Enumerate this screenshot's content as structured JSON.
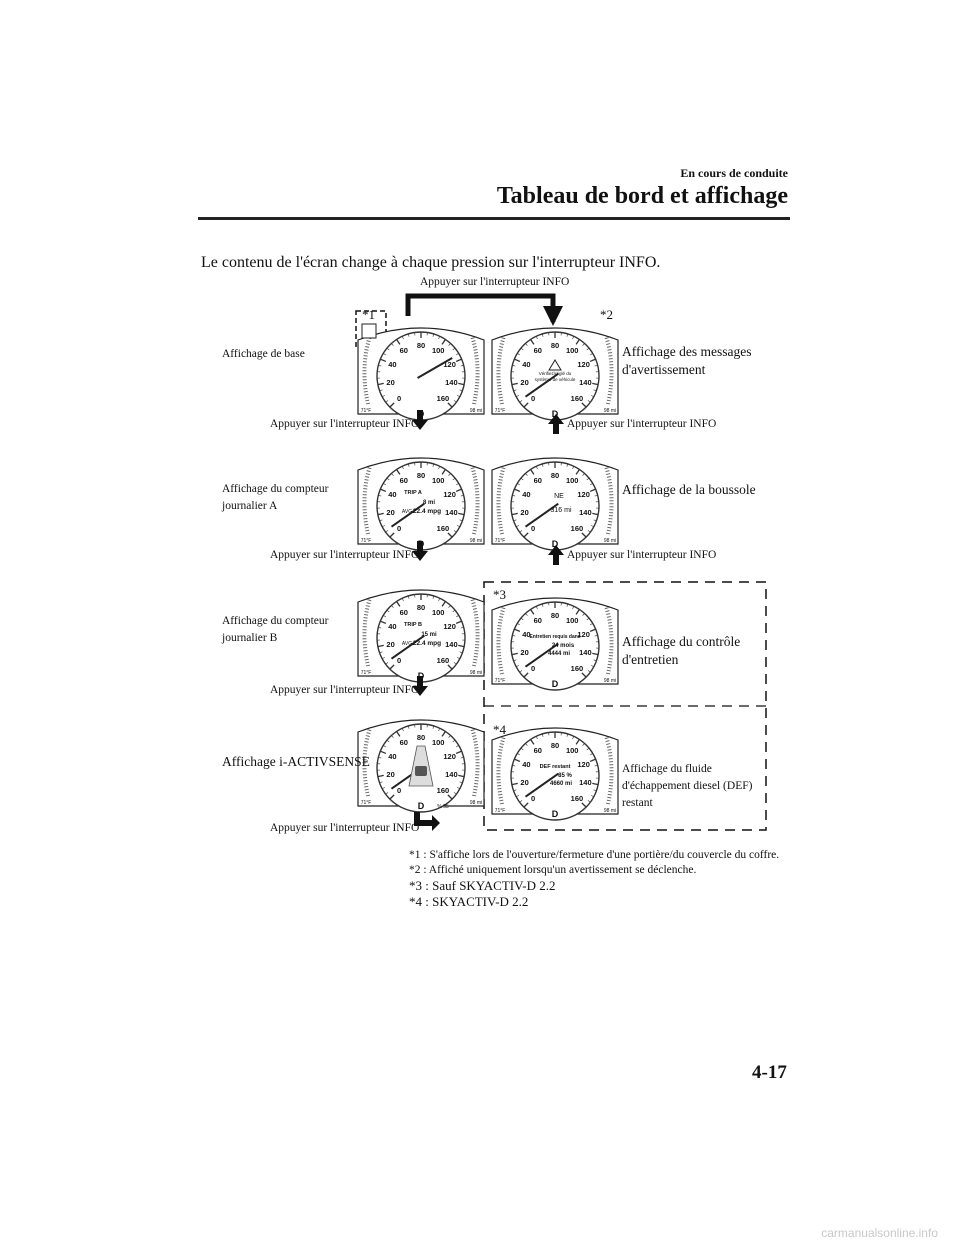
{
  "header": {
    "section": "En cours de conduite",
    "title": "Tableau de bord et affichage",
    "page_number": "4-17"
  },
  "intro": "Le contenu de l'écran change à chaque pression sur l'interrupteur INFO.",
  "press_label": "Appuyer sur l'interrupteur INFO",
  "displays": {
    "basic": {
      "label": "Affichage de base",
      "marker": "*1"
    },
    "warning": {
      "label_line1": "Affichage des messages",
      "label_line2": "d'avertissement",
      "marker": "*2",
      "screen_line1": "Vérifiez/réglé du",
      "screen_line2": "système de véhicule"
    },
    "trip_a": {
      "label_line1": "Affichage du compteur",
      "label_line2": "journalier A",
      "screen_title": "TRIP A",
      "screen_distance": "8 mi",
      "screen_avg_label": "AVG",
      "screen_avg": "22.4 mpg"
    },
    "compass": {
      "label": "Affichage de la boussole",
      "screen_dir": "NE",
      "screen_value": "316 mi"
    },
    "trip_b": {
      "label_line1": "Affichage du compteur",
      "label_line2": "journalier B",
      "screen_title": "TRIP B",
      "screen_distance": "15 mi",
      "screen_avg_label": "AVG",
      "screen_avg": "22.4 mpg"
    },
    "maintenance": {
      "label_line1": "Affichage du contrôle",
      "label_line2": "d'entretien",
      "marker": "*3",
      "screen_title": "Entretien requis dans",
      "screen_months": "24 mois",
      "screen_distance": "4444 mi"
    },
    "iactivsense": {
      "label": "Affichage i-ACTIVSENSE",
      "screen_value": "% 55"
    },
    "def": {
      "label_line1": "Affichage du fluide",
      "label_line2": "d'échappement diesel (DEF)",
      "label_line3": "restant",
      "marker": "*4",
      "screen_title": "DEF restant",
      "screen_percent": "85 %",
      "screen_distance": "4660 mi"
    }
  },
  "gauge": {
    "ticks": [
      "0",
      "20",
      "40",
      "60",
      "80",
      "100",
      "120",
      "140",
      "160"
    ],
    "gear": "D",
    "temp_label": "71°F",
    "fuel_label": "98 mi"
  },
  "footnotes": {
    "n1": "*1 : S'affiche lors de l'ouverture/fermeture d'une portière/du couvercle du coffre.",
    "n2": "*2 : Affiché uniquement lorsqu'un avertissement se déclenche.",
    "n3": "*3 : Sauf SKYACTIV-D 2.2",
    "n4": "*4 : SKYACTIV-D 2.2"
  },
  "watermark": "carmanualsonline.info"
}
